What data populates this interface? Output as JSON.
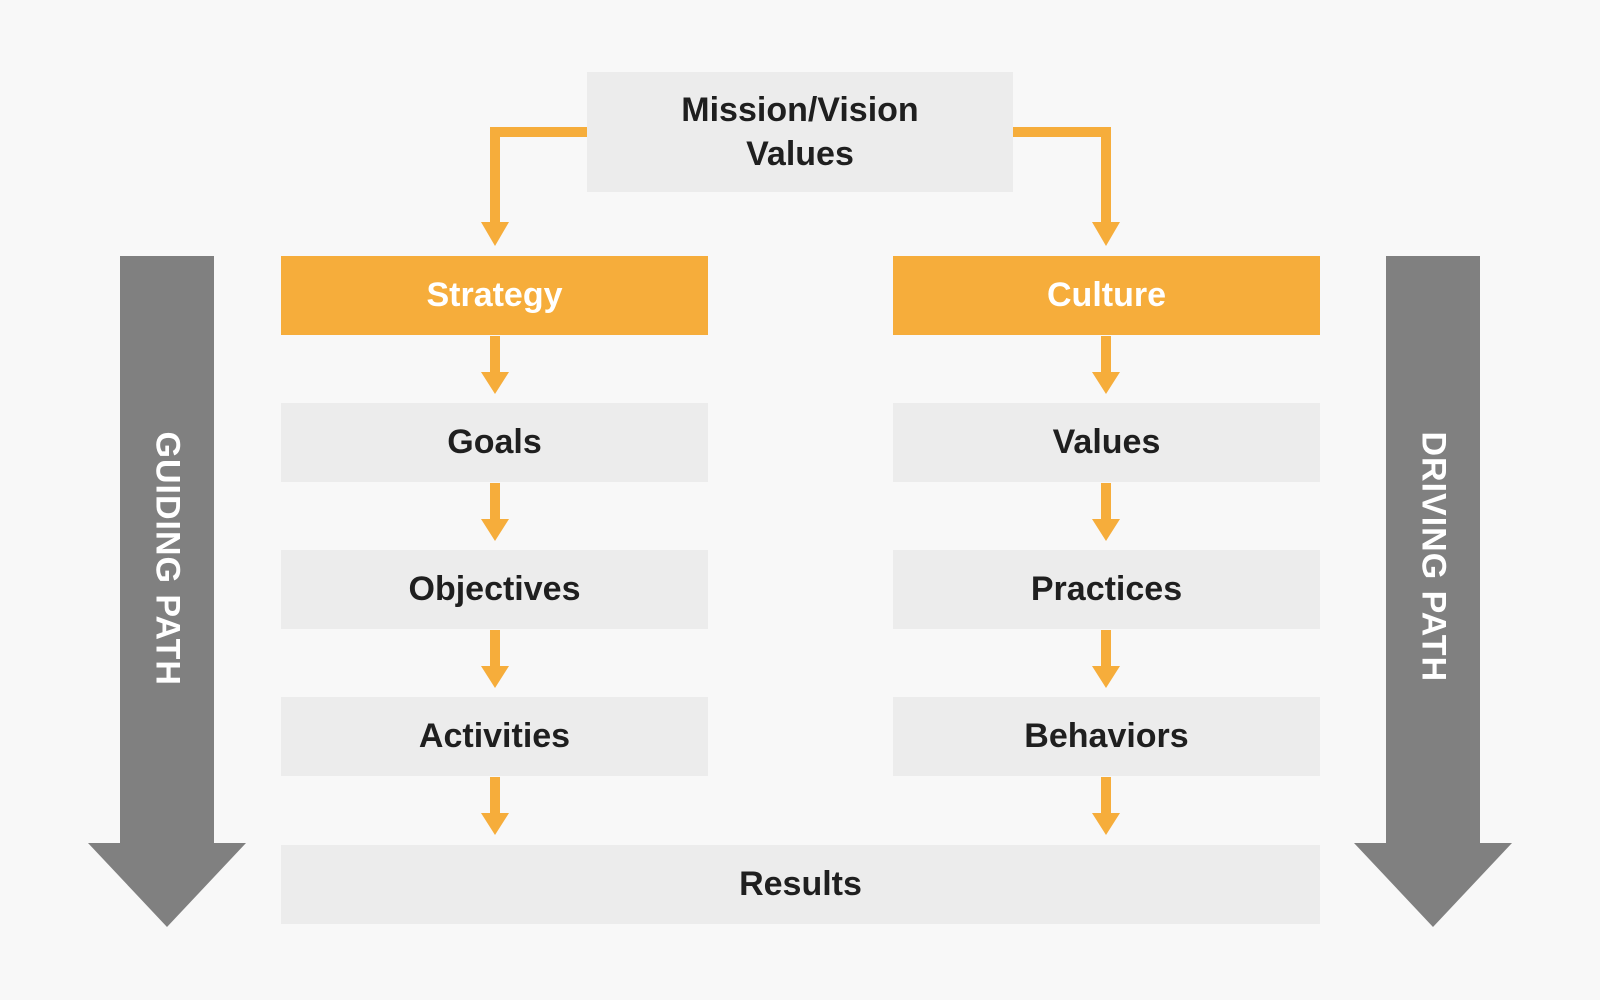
{
  "colors": {
    "background": "#f8f8f8",
    "box_fill": "#ececec",
    "accent": "#f6ad3b",
    "path_arrow": "#808080",
    "text_dark": "#1f1f1f",
    "text_light": "#ffffff"
  },
  "top": {
    "line1": "Mission/Vision",
    "line2": "Values"
  },
  "strategy": {
    "header": "Strategy",
    "steps": [
      "Goals",
      "Objectives",
      "Activities"
    ]
  },
  "culture": {
    "header": "Culture",
    "steps": [
      "Values",
      "Practices",
      "Behaviors"
    ]
  },
  "results": "Results",
  "guiding_path": "GUIDING PATH",
  "driving_path": "DRIVING PATH"
}
